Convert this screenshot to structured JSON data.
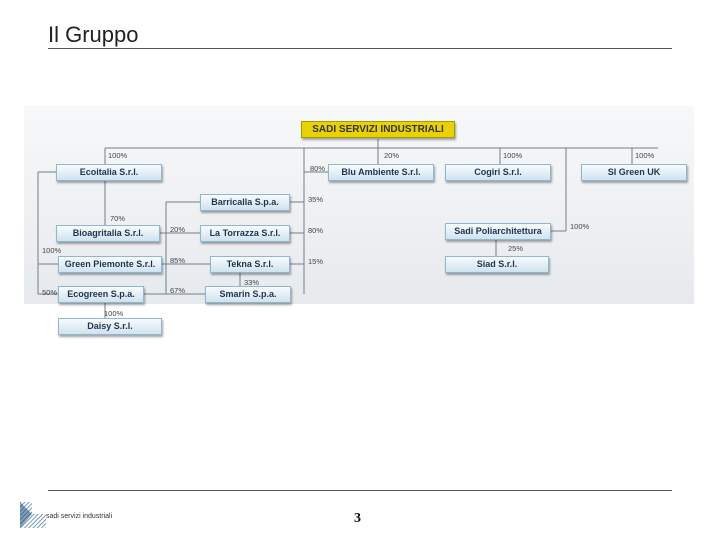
{
  "page": {
    "title": "Il Gruppo",
    "page_number": "3"
  },
  "footer": {
    "logo_text": "sadi servizi industriali"
  },
  "colors": {
    "root_fill": "#e8d200",
    "box_border": "#8fb7d0",
    "box_text": "#1e3550",
    "line": "#6f7f8c"
  },
  "org": {
    "root": "SADI SERVIZI INDUSTRIALI",
    "companies": {
      "ecoitalia": "Ecoitalia S.r.l.",
      "bioagritalia": "Bioagritalia S.r.l.",
      "green_piemonte": "Green Piemonte S.r.l.",
      "ecogreen": "Ecogreen S.p.a.",
      "daisy": "Daisy S.r.l.",
      "barricalla": "Barricalla S.p.a.",
      "la_torrazza": "La Torrazza S.r.l.",
      "tekna": "Tekna S.r.l.",
      "smarin": "Smarin S.p.a.",
      "blu_ambiente": "Blu Ambiente S.r.l.",
      "cogiri": "Cogiri S.r.l.",
      "si_green_uk": "SI Green UK",
      "sadi_poliarchitettura": "Sadi Poliarchitettura",
      "siad": "Siad S.r.l."
    },
    "percents": {
      "ecoitalia": "100%",
      "blu_ambiente_20": "20%",
      "cogiri": "100%",
      "si_green_uk": "100%",
      "blu_ambiente_80": "80%",
      "barricalla": "35%",
      "bioagritalia": "70%",
      "la_torrazza_20": "20%",
      "la_torrazza_80": "80%",
      "green_piemonte_100": "100%",
      "tekna_85": "85%",
      "tekna_15": "15%",
      "ecogreen": "50%",
      "smarin_33": "33%",
      "smarin_67": "67%",
      "daisy": "100%",
      "sadi_poliarchitettura": "100%",
      "siad": "25%"
    }
  }
}
